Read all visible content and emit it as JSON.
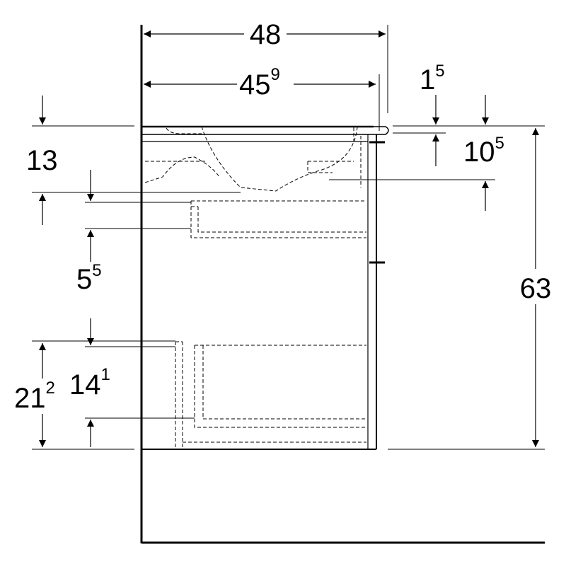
{
  "diagram": {
    "dimensions": {
      "overall_width": {
        "main": "48",
        "sup": ""
      },
      "inner_width": {
        "main": "45",
        "sup": "9"
      },
      "top_offset": {
        "main": "1",
        "sup": "5"
      },
      "basin_depth_right": {
        "main": "10",
        "sup": "5"
      },
      "basin_depth_left": {
        "main": "13",
        "sup": ""
      },
      "gap_upper": {
        "main": "5",
        "sup": "5"
      },
      "total_height": {
        "main": "63",
        "sup": ""
      },
      "lower_zone": {
        "main": "21",
        "sup": "2"
      },
      "lower_drawer": {
        "main": "14",
        "sup": "1"
      }
    },
    "colors": {
      "line": "#000000",
      "background": "#ffffff"
    }
  }
}
